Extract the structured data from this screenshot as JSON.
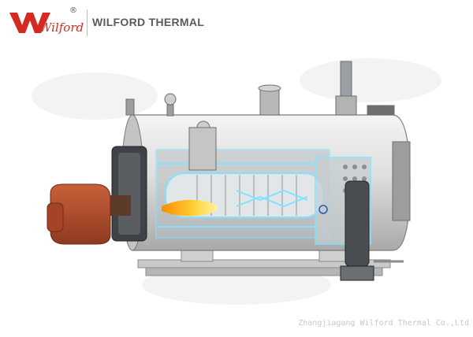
{
  "header": {
    "logo_text": "Wilford",
    "registered_mark": "®",
    "brand_name": "WILFORD THERMAL"
  },
  "footer": {
    "copyright": "Zhangjiagang Wilford Thermal Co.,Ltd"
  },
  "colors": {
    "logo_red": "#d42a22",
    "burner": "#b44a2a",
    "shell": "#d8d8d8",
    "flue_glow": "#7fe3ff",
    "flame": "#ffb000"
  },
  "icons": [
    "logo-chevron-icon",
    "pressure-gauge-icon",
    "safety-valve-icon",
    "valve-handwheel-icon"
  ]
}
